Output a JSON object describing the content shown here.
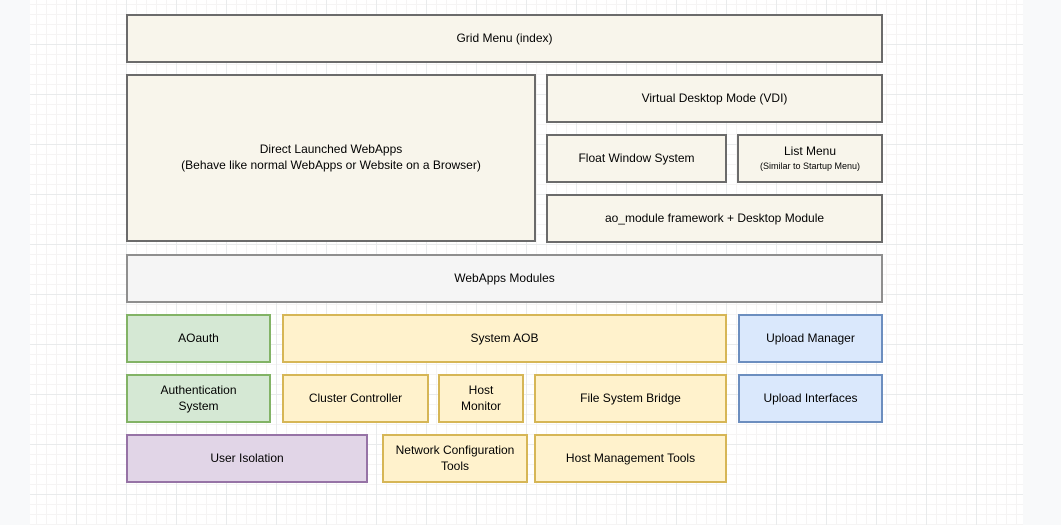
{
  "canvas": {
    "background_color": "#f8f9fa",
    "page_color": "#ffffff",
    "grid_minor_color": "#f5f4f4",
    "grid_major_color": "#e9ebec"
  },
  "diagram": {
    "colors": {
      "cream_fill": "#f8f5eb",
      "cream_stroke": "#6b6b6b",
      "gray_fill": "#f5f5f5",
      "gray_stroke": "#8f8f8f",
      "green_fill": "#d5e8d4",
      "green_stroke": "#82b366",
      "yellow_fill": "#fff2cc",
      "yellow_stroke": "#d6b656",
      "blue_fill": "#dae8fc",
      "blue_stroke": "#6c8ebf",
      "purple_fill": "#e1d5e7",
      "purple_stroke": "#9673a6"
    },
    "boxes": {
      "grid_menu": {
        "label": "Grid Menu (index)"
      },
      "direct_webapps": {
        "label": "Direct Launched WebApps",
        "sublabel": "(Behave like normal WebApps or Website on a Browser)"
      },
      "vdi": {
        "label": "Virtual Desktop Mode (VDI)"
      },
      "float_window": {
        "label": "Float Window System"
      },
      "list_menu": {
        "label": "List Menu",
        "sublabel": "(Similar to Startup Menu)"
      },
      "ao_module": {
        "label": "ao_module framework + Desktop Module"
      },
      "webapps_modules": {
        "label": "WebApps Modules"
      },
      "aoauth": {
        "label": "AOauth"
      },
      "system_aob": {
        "label": "System AOB"
      },
      "upload_manager": {
        "label": "Upload Manager"
      },
      "authentication_system": {
        "label": "Authentication System"
      },
      "cluster_controller": {
        "label": "Cluster Controller"
      },
      "host_monitor": {
        "label": "Host Monitor"
      },
      "file_system_bridge": {
        "label": "File System Bridge"
      },
      "upload_interfaces": {
        "label": "Upload Interfaces"
      },
      "user_isolation": {
        "label": "User Isolation"
      },
      "network_configuration_tools": {
        "label": "Network Configuration Tools"
      },
      "host_management_tools": {
        "label": "Host Management Tools"
      }
    }
  }
}
